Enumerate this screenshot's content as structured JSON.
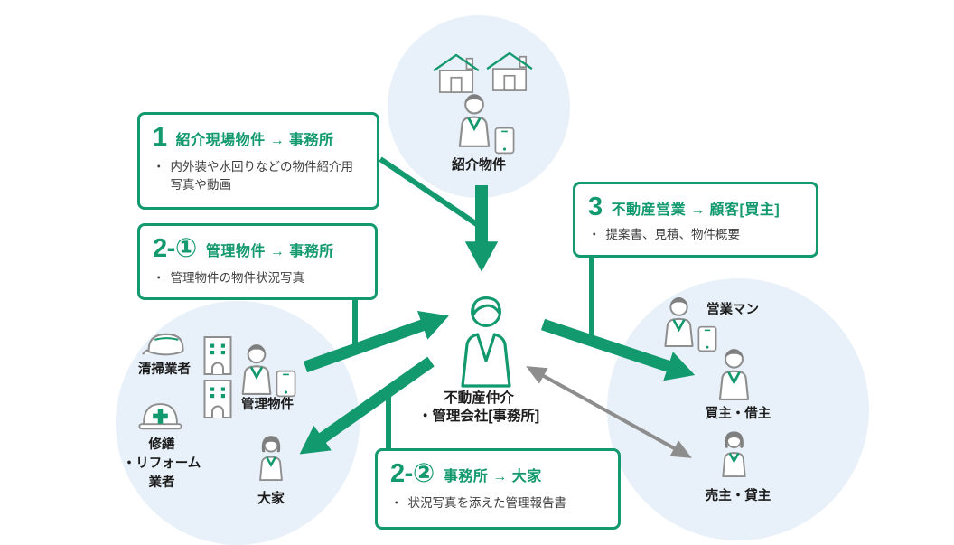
{
  "colors": {
    "green": "#12996d",
    "icon_gray": "#8e8e8e",
    "hair_gray": "#7f7f7f",
    "circle_bg": "#e8f1f9",
    "arrow_gray": "#8d8d8d",
    "bullet_text": "#3e3e3e",
    "label_text": "#1b1b1b"
  },
  "bullet_char": "・",
  "boxes": {
    "b1": {
      "number": "1",
      "title": "紹介現場物件 → 事務所",
      "bullet": "内外装や水回りなどの物件紹介用写真や動画"
    },
    "b2_1": {
      "number": "2-①",
      "title": "管理物件 → 事務所",
      "bullet": "管理物件の物件状況写真"
    },
    "b3": {
      "number": "3",
      "title": "不動産営業 → 顧客[買主]",
      "bullet": "提案書、見積、物件概要"
    },
    "b2_2": {
      "number": "2-②",
      "title": "事務所 → 大家",
      "bullet": "状況写真を添えた管理報告書"
    }
  },
  "nodes": {
    "intro": {
      "label": "紹介物件"
    },
    "cleaning": {
      "label": "清掃業者"
    },
    "repair": {
      "line1": "修繕",
      "line2": "・リフォーム",
      "line3": "業者"
    },
    "managed": {
      "label": "管理物件"
    },
    "landlord": {
      "label": "大家"
    },
    "agency": {
      "line1": "不動産仲介",
      "line2": "・管理会社[事務所]"
    },
    "sales": {
      "label": "営業マン"
    },
    "buyer": {
      "label": "買主・借主"
    },
    "seller": {
      "label": "売主・貸主"
    }
  }
}
